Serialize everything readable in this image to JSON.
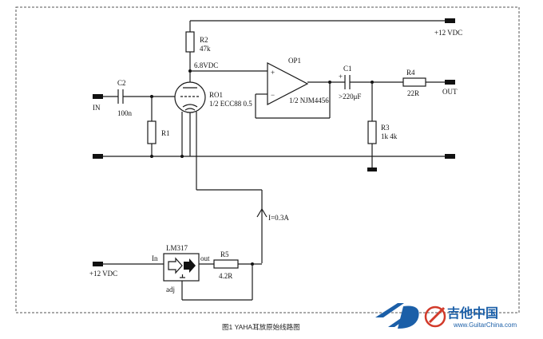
{
  "labels": {
    "vcc_top": "+12 VDC",
    "r2_name": "R2",
    "r2_val": "47k",
    "node_voltage": "6.8VDC",
    "op1_name": "OP1",
    "op1_part": "1/2 NJM4456",
    "c1_name": "C1",
    "c1_val": ">220μF",
    "r4_name": "R4",
    "r4_val": "22R",
    "out": "OUT",
    "c2_name": "C2",
    "c2_val": "100n",
    "in": "IN",
    "tube_name": "RO1",
    "tube_part": "1/2 ECC88 0.5",
    "r1_name": "R1",
    "r3_name": "R3",
    "r3_val": "1k  4k",
    "current": "I=0.3A",
    "reg_name": "LM317",
    "reg_in": "In",
    "reg_out": "out",
    "reg_adj": "adj",
    "r5_name": "R5",
    "r5_val": "4.2R",
    "vcc_bottom": "+12 VDC",
    "opamp_plus": "+",
    "opamp_minus": "−",
    "c1_plus": "+"
  },
  "caption": "图1   YAHA耳放原始线路图",
  "watermark": {
    "brand": "吉他中国",
    "url": "www.GuitarChina.com"
  },
  "colors": {
    "line": "#1a1a1a",
    "watermark": "#1b5fa8",
    "watermark_red": "#d23a2a"
  }
}
